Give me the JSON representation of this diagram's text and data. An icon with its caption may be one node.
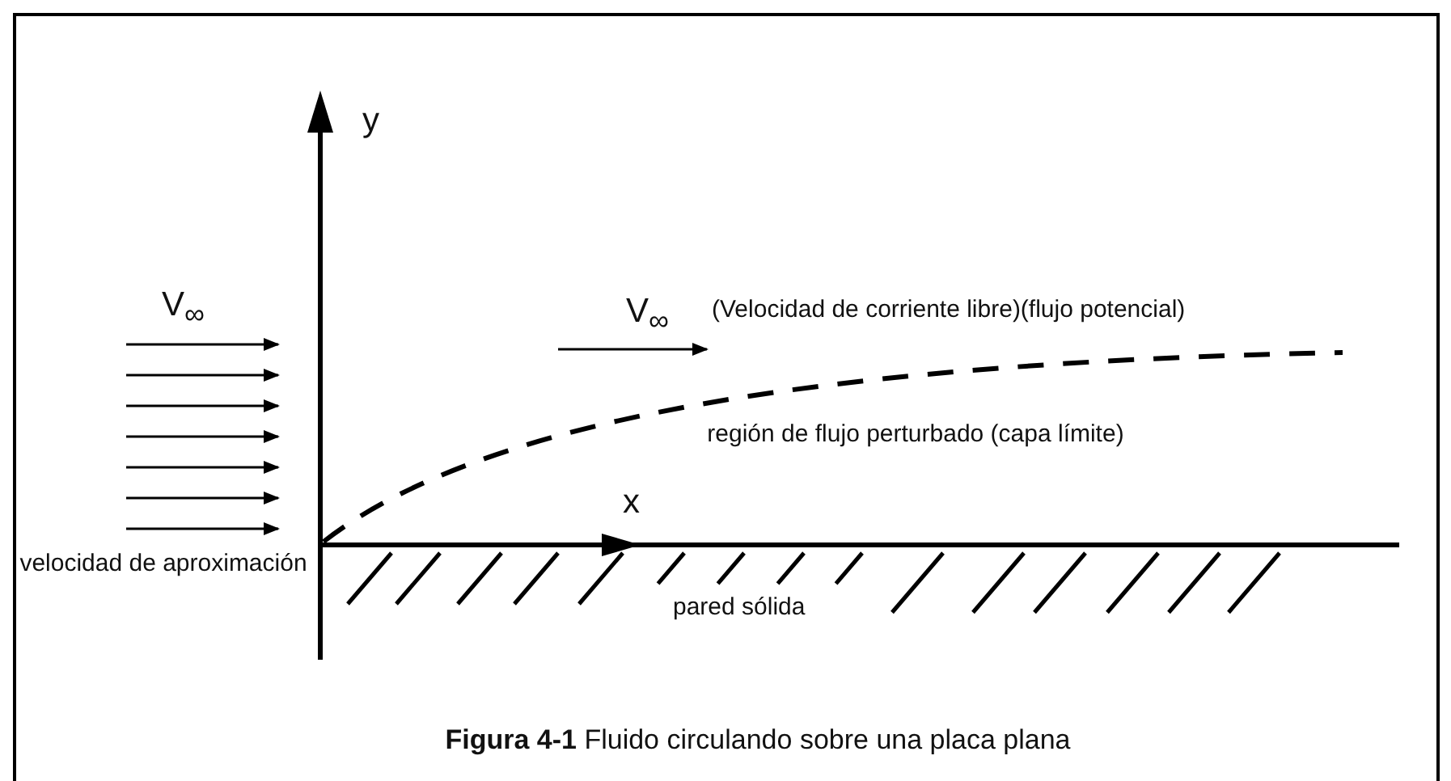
{
  "diagram": {
    "caption": "**Figura 4-1** Fluido circulando sobre una placa plana",
    "labels": [
      "y",
      "V$_{∞}$",
      "V$_{∞}$",
      "(Velocidad de corriente libre)(flujo potencial)",
      "región de flujo perturbado (capa límite)",
      "x",
      "velocidad de aproximación",
      "pared sólida"
    ]
  }
}
